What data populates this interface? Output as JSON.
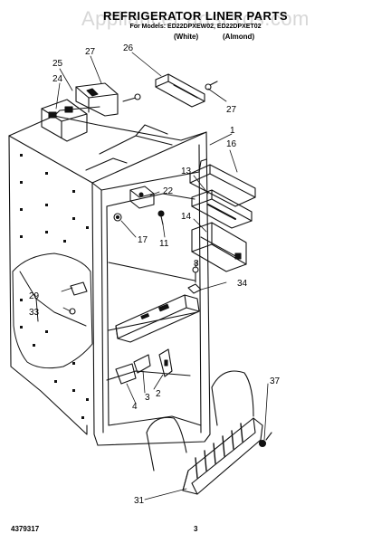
{
  "watermark": "AppliancePartsPros.com",
  "header": {
    "title": "REFRIGERATOR LINER PARTS",
    "subtitle": "For Models: ED22DPXEW02, ED22DPXET02",
    "color_white": "(White)",
    "color_almond": "(Almond)"
  },
  "callouts": [
    "1",
    "2",
    "3",
    "4",
    "8",
    "11",
    "13",
    "14",
    "16",
    "17",
    "22",
    "24",
    "25",
    "26",
    "27",
    "27",
    "29",
    "31",
    "33",
    "34",
    "37"
  ],
  "footer": {
    "doc_number": "4379317",
    "page_number": "3"
  }
}
